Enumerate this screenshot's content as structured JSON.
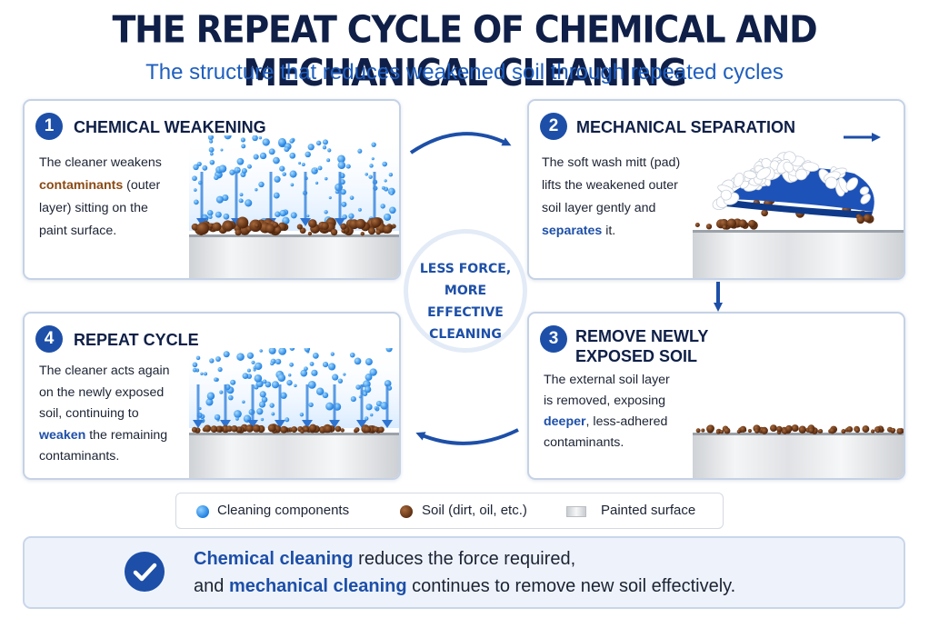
{
  "header": {
    "title": "THE REPEAT CYCLE OF CHEMICAL AND MECHANICAL CLEANING",
    "subtitle": "The structure that reduces weakened soil through repeated cycles"
  },
  "steps": [
    {
      "number": "1",
      "title": "CHEMICAL WEAKENING",
      "text": [
        "The cleaner weakens",
        "contaminants",
        " (outer",
        "layer) sitting on the",
        "paint surface."
      ]
    },
    {
      "number": "2",
      "title": "MECHANICAL SEPARATION",
      "text": [
        "The soft wash mitt (pad)",
        "lifts the weakened outer",
        "soil layer gently and",
        "separates",
        " it."
      ]
    },
    {
      "number": "3",
      "title_line1": "REMOVE NEWLY",
      "title_line2": "EXPOSED SOIL",
      "text": [
        "The external soil layer",
        "is removed, exposing",
        "deeper",
        ", less-adhered",
        "contaminants."
      ]
    },
    {
      "number": "4",
      "title": "REPEAT CYCLE",
      "text": [
        "The cleaner acts again",
        "on the newly exposed",
        "soil, continuing to",
        "weaken",
        " the remaining",
        "contaminants."
      ]
    }
  ],
  "center": {
    "line1": "LESS FORCE,",
    "line2": "MORE EFFECTIVE",
    "line3": "CLEANING"
  },
  "legend": {
    "cleaning": "Cleaning components",
    "soil": "Soil (dirt, oil, etc.)",
    "surface": "Painted surface"
  },
  "footer": {
    "l1_hl": "Chemical cleaning",
    "l1_rest": " reduces the force required,",
    "l2_pre": "and ",
    "l2_hl": "mechanical cleaning",
    "l2_rest": " continues to remove new soil effectively."
  },
  "colors": {
    "primary": "#1d4fa8",
    "title": "#0f1f47",
    "subtitle": "#1f5fbf",
    "highlight_brown": "#8a4a13",
    "cleaning_drop": "#1f7fe0",
    "soil": "#5a2c10"
  }
}
